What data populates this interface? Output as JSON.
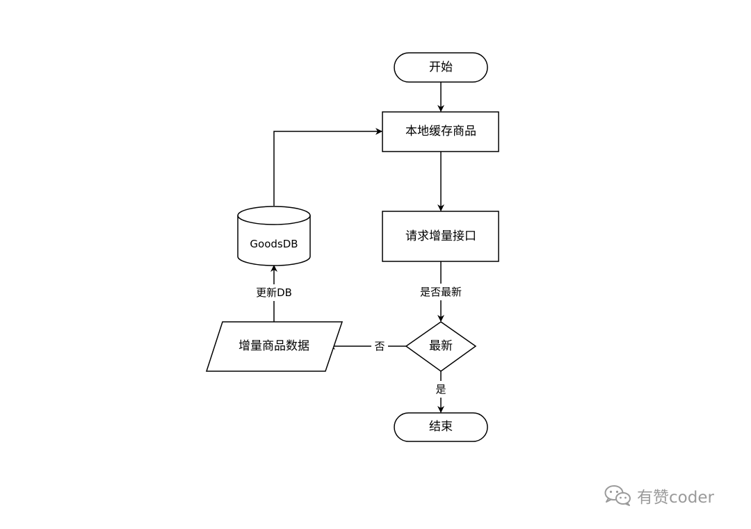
{
  "nodes": {
    "start": "开始",
    "cache_goods": "本地缓存商品",
    "request_api": "请求增量接口",
    "is_latest": "最新",
    "end": "结束",
    "goods_db": "GoodsDB",
    "incremental_data": "增量商品数据"
  },
  "edges": {
    "check_latest": "是否最新",
    "yes": "是",
    "no": "否",
    "update_db": "更新DB"
  },
  "watermark": {
    "text": "有赞coder",
    "icon": "wechat-icon"
  }
}
